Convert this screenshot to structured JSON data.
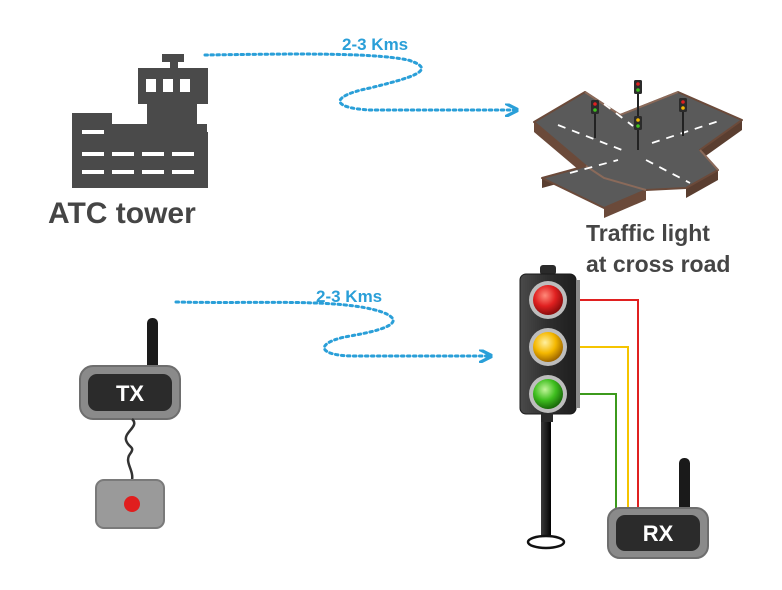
{
  "links": [
    {
      "distance_label": "2-3 Kms"
    },
    {
      "distance_label": "2-3 Kms"
    }
  ],
  "atc_tower": {
    "label": "ATC tower"
  },
  "crossroad": {
    "label_line1": "Traffic light",
    "label_line2": "at cross road"
  },
  "transmitter": {
    "label": "TX"
  },
  "receiver": {
    "label": "RX"
  },
  "colors": {
    "dark": "#4a4a4a",
    "label_text": "#454545",
    "link_blue": "#2a9fd8",
    "road": "#5a5a5a",
    "road_edge": "#6b4a3a",
    "light_red": "#e02020",
    "light_amber": "#f5b800",
    "light_green": "#3fbf1f",
    "remote_body": "#9a9a9a",
    "remote_button": "#e01e1e"
  }
}
